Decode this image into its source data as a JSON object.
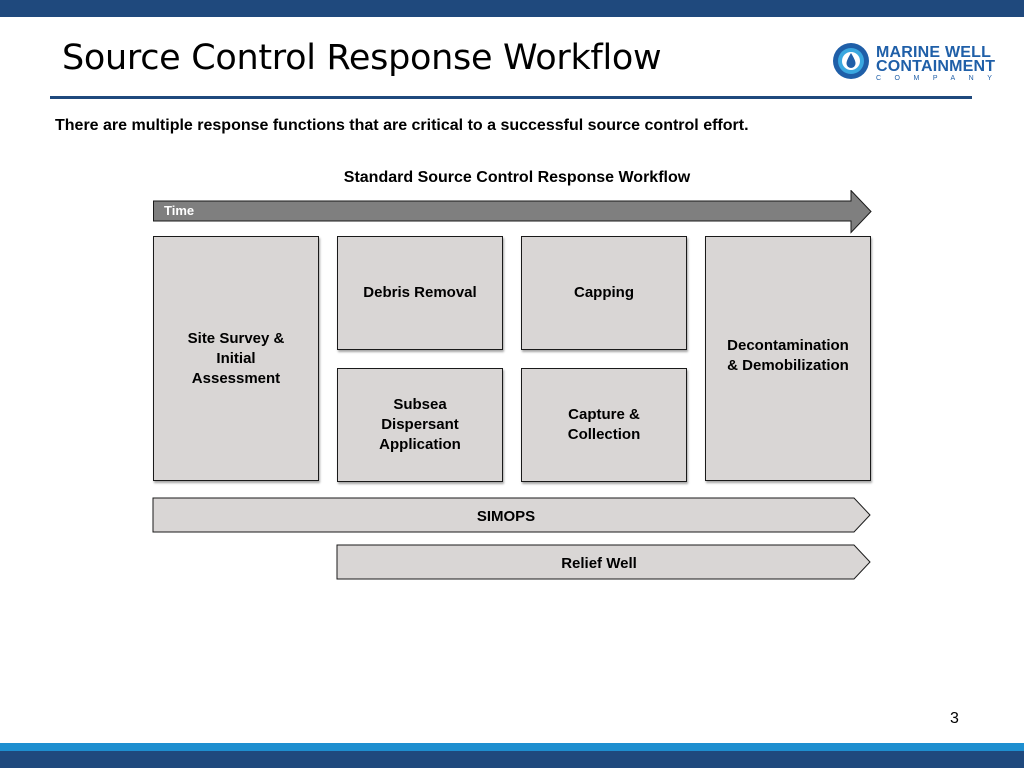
{
  "header": {
    "title": "Source Control Response Workflow",
    "logo": {
      "line1": "MARINE WELL",
      "line2": "CONTAINMENT",
      "line3": "COMPANY"
    }
  },
  "subtitle": "There are multiple response functions that are critical to a successful source control effort.",
  "diagram": {
    "title": "Standard Source Control Response Workflow",
    "time_label": "Time",
    "boxes": {
      "site_survey": "Site Survey &\nInitial\nAssessment",
      "debris_removal": "Debris Removal",
      "capping": "Capping",
      "subsea_dispersant": "Subsea\nDispersant\nApplication",
      "capture_collection": "Capture &\nCollection",
      "decontamination": "Decontamination\n& Demobilization"
    },
    "bands": {
      "simops": "SIMOPS",
      "relief_well": "Relief Well"
    }
  },
  "footer": {
    "page_number": "3"
  },
  "colors": {
    "brand_navy": "#1f497d",
    "brand_blue": "#1e8fd0",
    "box_fill": "#d9d6d5",
    "time_arrow_fill": "#7f7f7f",
    "logo_blue": "#1f5fa8"
  }
}
